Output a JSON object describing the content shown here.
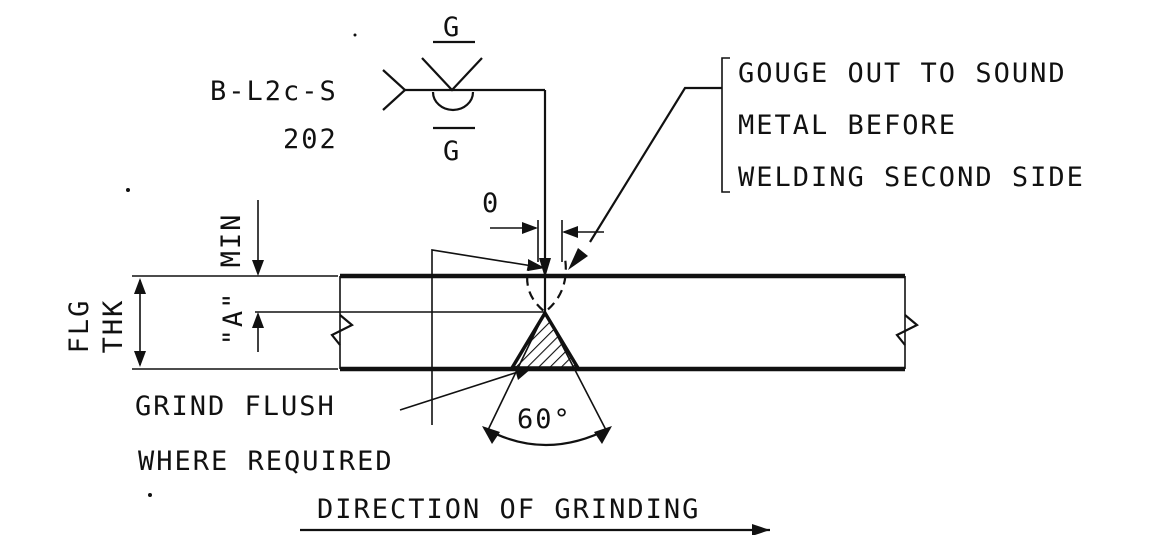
{
  "weld_symbol": {
    "joint_designation": "B-L2c-S",
    "reference_number": "202",
    "arrow_side_finish": "G",
    "other_side_finish": "G"
  },
  "notes": {
    "gouge_line_1": "GOUGE OUT TO SOUND",
    "gouge_line_2": "METAL BEFORE",
    "gouge_line_3": "WELDING SECOND SIDE",
    "grind_line_1": "GRIND FLUSH",
    "grind_line_2": "WHERE REQUIRED",
    "grinding_direction": "DIRECTION OF GRINDING"
  },
  "dimensions": {
    "root_opening": "0",
    "groove_angle": "60°",
    "min_label": "MIN",
    "depth_label": "\"A\"",
    "flange_label_1": "FLG",
    "flange_label_2": "THK"
  }
}
